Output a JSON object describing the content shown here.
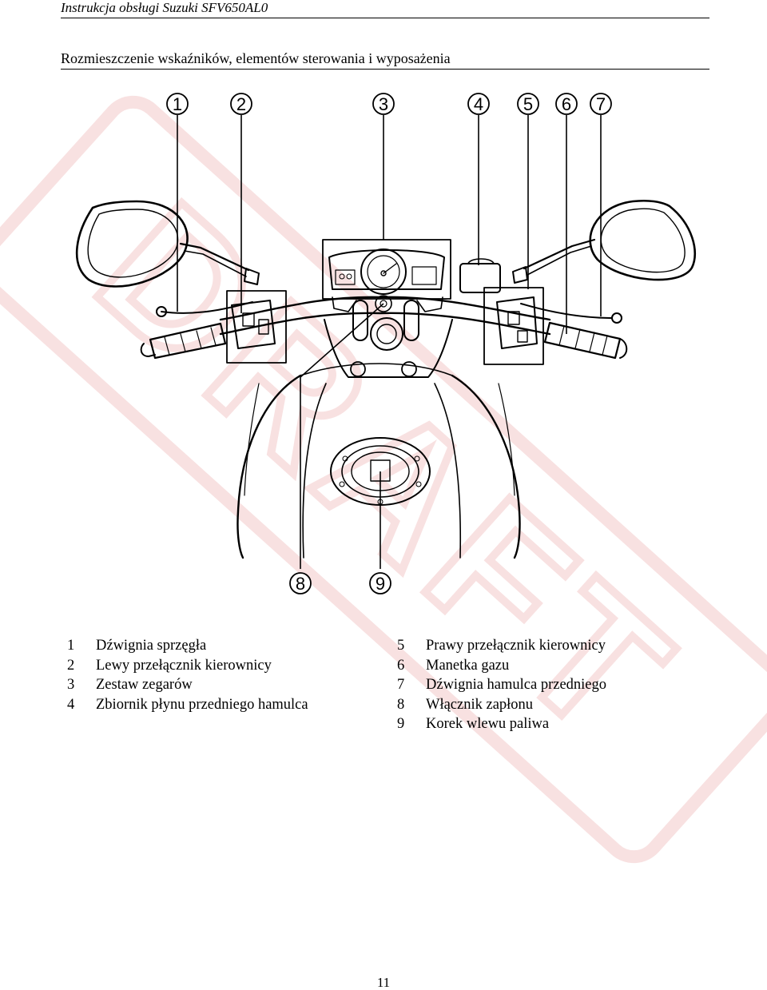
{
  "header": {
    "running_title": "Instrukcja obsługi Suzuki SFV650AL0"
  },
  "section": {
    "title": "Rozmieszczenie wskaźników, elementów sterowania i wyposażenia"
  },
  "watermark": {
    "text": "DRAFT"
  },
  "figure": {
    "callouts": [
      "1",
      "2",
      "3",
      "4",
      "5",
      "6",
      "7",
      "8",
      "9"
    ]
  },
  "legend": {
    "left": [
      {
        "num": "1",
        "label": "Dźwignia sprzęgła"
      },
      {
        "num": "2",
        "label": "Lewy przełącznik kierownicy"
      },
      {
        "num": "3",
        "label": "Zestaw zegarów"
      },
      {
        "num": "4",
        "label": "Zbiornik płynu przedniego hamulca"
      }
    ],
    "right": [
      {
        "num": "5",
        "label": "Prawy przełącznik kierownicy"
      },
      {
        "num": "6",
        "label": "Manetka gazu"
      },
      {
        "num": "7",
        "label": "Dźwignia hamulca przedniego"
      },
      {
        "num": "8",
        "label": "Włącznik zapłonu"
      },
      {
        "num": "9",
        "label": "Korek wlewu paliwa"
      }
    ]
  },
  "footer": {
    "page_number": "11"
  },
  "colors": {
    "watermark": "#f3c9c9",
    "ink": "#000000"
  }
}
